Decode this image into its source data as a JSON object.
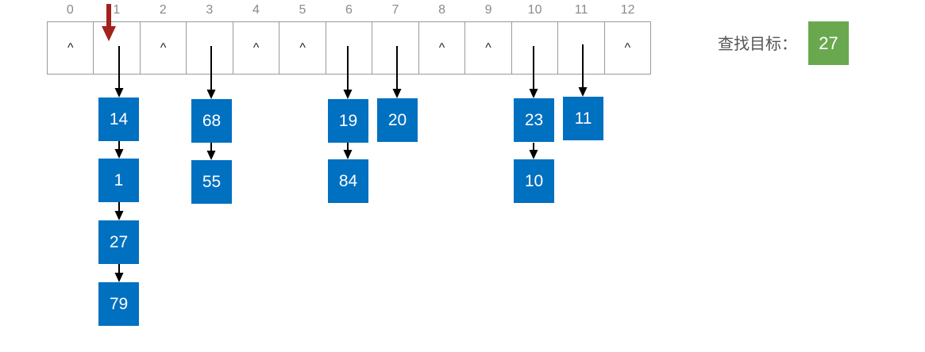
{
  "table": {
    "indices": [
      "0",
      "1",
      "2",
      "3",
      "4",
      "5",
      "6",
      "7",
      "8",
      "9",
      "10",
      "11",
      "12"
    ],
    "cells": [
      "^",
      "",
      "^",
      "",
      "^",
      "^",
      "",
      "",
      "^",
      "^",
      "",
      "",
      "^"
    ]
  },
  "pointer": {
    "slot": 1
  },
  "chains": [
    {
      "slot": 1,
      "nodes": [
        "14",
        "1",
        "27",
        "79"
      ]
    },
    {
      "slot": 3,
      "nodes": [
        "68",
        "55"
      ]
    },
    {
      "slot": 6,
      "nodes": [
        "19",
        "84"
      ]
    },
    {
      "slot": 7,
      "nodes": [
        "20"
      ]
    },
    {
      "slot": 10,
      "nodes": [
        "23",
        "10"
      ]
    },
    {
      "slot": 11,
      "nodes": [
        "11"
      ]
    }
  ],
  "search": {
    "label": "查找目标：",
    "target": "27"
  },
  "colors": {
    "node": "#0070c0",
    "target": "#6aa84f",
    "pointer": "#a3221c",
    "arrow": "#000000"
  }
}
